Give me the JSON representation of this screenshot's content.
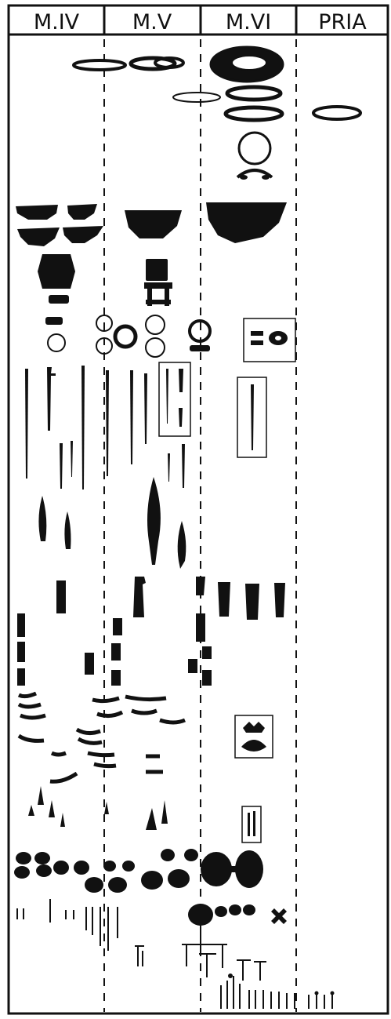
{
  "diagram": {
    "columns": [
      {
        "label": "M.IV"
      },
      {
        "label": "M.V"
      },
      {
        "label": "M.VI"
      },
      {
        "label": "PRIA"
      }
    ],
    "colors": {
      "ink": "#111111",
      "background": "#ffffff"
    },
    "artifact_groups": [
      "ring-ornaments",
      "bowls",
      "vessels",
      "rings-and-discs",
      "daggers-and-swords",
      "spearheads",
      "axes",
      "sickles",
      "awls-and-points",
      "spectacle-brooches",
      "pins"
    ]
  }
}
